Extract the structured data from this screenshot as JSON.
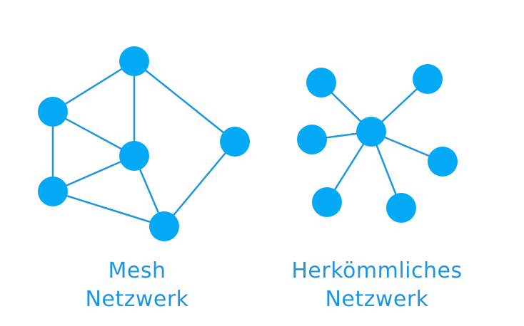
{
  "colors": {
    "node": "#03a9f4",
    "edge": "#1e96dd",
    "label": "#1e96dd"
  },
  "mesh": {
    "label_line1": "Mesh",
    "label_line2": "Netzwerk",
    "nodes": [
      "top",
      "upper-left",
      "center",
      "right",
      "lower-left",
      "bottom"
    ],
    "edges": [
      [
        "top",
        "upper-left"
      ],
      [
        "top",
        "center"
      ],
      [
        "top",
        "right"
      ],
      [
        "upper-left",
        "center"
      ],
      [
        "upper-left",
        "lower-left"
      ],
      [
        "center",
        "lower-left"
      ],
      [
        "center",
        "bottom"
      ],
      [
        "lower-left",
        "bottom"
      ],
      [
        "right",
        "bottom"
      ]
    ]
  },
  "star": {
    "label_line1": "Herkömmliches",
    "label_line2": "Netzwerk",
    "hub": "hub",
    "spokes": [
      "upper-left",
      "upper-right",
      "left",
      "right",
      "lower-left",
      "lower-right"
    ]
  }
}
